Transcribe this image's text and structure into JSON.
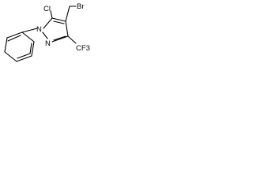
{
  "molecule": {
    "atoms": {
      "bromine": "Br",
      "chlorine": "Cl",
      "ring_nitrogen_1": "N",
      "ring_nitrogen_2": "N",
      "trifluoromethyl": "CF3"
    }
  }
}
